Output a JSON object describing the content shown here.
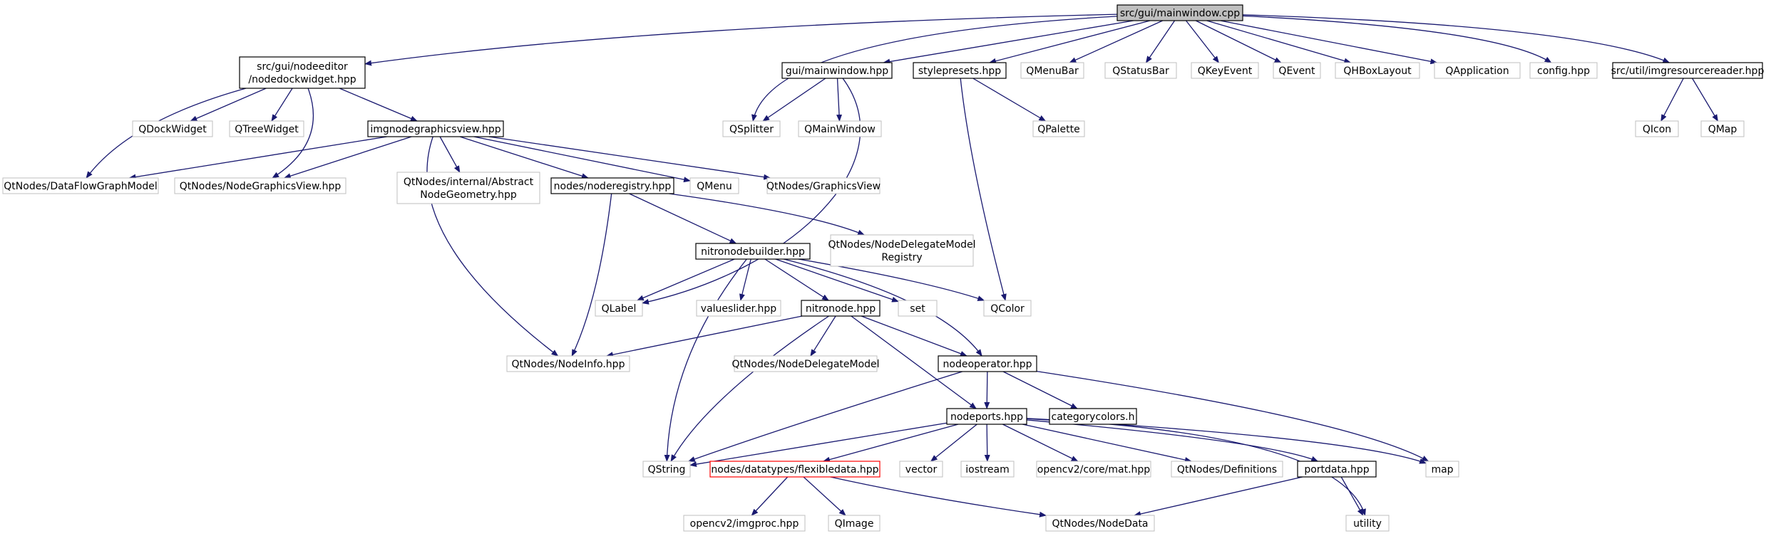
{
  "diagram": {
    "colors": {
      "edge": "#191970",
      "box_border_local": "#000000",
      "box_border_external": "#bfbfbf",
      "box_border_highlight": "#ff0000",
      "root_fill": "#bfbfbf",
      "text": "#000000"
    },
    "nodes": [
      {
        "id": "root",
        "lines": [
          "src/gui/mainwindow.cpp"
        ],
        "kind": "root"
      },
      {
        "id": "nodedockwidget",
        "lines": [
          "src/gui/nodeeditor",
          "/nodedockwidget.hpp"
        ],
        "kind": "local"
      },
      {
        "id": "mainwindow_hpp",
        "lines": [
          "gui/mainwindow.hpp"
        ],
        "kind": "local"
      },
      {
        "id": "stylepresets",
        "lines": [
          "stylepresets.hpp"
        ],
        "kind": "local"
      },
      {
        "id": "qmenubar",
        "lines": [
          "QMenuBar"
        ],
        "kind": "external"
      },
      {
        "id": "qstatusbar",
        "lines": [
          "QStatusBar"
        ],
        "kind": "external"
      },
      {
        "id": "qkeyevent",
        "lines": [
          "QKeyEvent"
        ],
        "kind": "external"
      },
      {
        "id": "qevent",
        "lines": [
          "QEvent"
        ],
        "kind": "external"
      },
      {
        "id": "qhboxlayout",
        "lines": [
          "QHBoxLayout"
        ],
        "kind": "external"
      },
      {
        "id": "qapplication",
        "lines": [
          "QApplication"
        ],
        "kind": "external"
      },
      {
        "id": "config",
        "lines": [
          "config.hpp"
        ],
        "kind": "external"
      },
      {
        "id": "imgresourcereader",
        "lines": [
          "src/util/imgresourcereader.hpp"
        ],
        "kind": "local"
      },
      {
        "id": "qdockwidget",
        "lines": [
          "QDockWidget"
        ],
        "kind": "external"
      },
      {
        "id": "qtreewidget",
        "lines": [
          "QTreeWidget"
        ],
        "kind": "external"
      },
      {
        "id": "imgnodegraphicsview",
        "lines": [
          "imgnodegraphicsview.hpp"
        ],
        "kind": "local"
      },
      {
        "id": "qsplitter",
        "lines": [
          "QSplitter"
        ],
        "kind": "external"
      },
      {
        "id": "qmainwindow",
        "lines": [
          "QMainWindow"
        ],
        "kind": "external"
      },
      {
        "id": "qpalette",
        "lines": [
          "QPalette"
        ],
        "kind": "external"
      },
      {
        "id": "qicon",
        "lines": [
          "QIcon"
        ],
        "kind": "external"
      },
      {
        "id": "qmap",
        "lines": [
          "QMap"
        ],
        "kind": "external"
      },
      {
        "id": "dataflowgraphmodel",
        "lines": [
          "QtNodes/DataFlowGraphModel"
        ],
        "kind": "external"
      },
      {
        "id": "nodegraphicsview",
        "lines": [
          "QtNodes/NodeGraphicsView.hpp"
        ],
        "kind": "external"
      },
      {
        "id": "abstractnodegeometry",
        "lines": [
          "QtNodes/internal/Abstract",
          "NodeGeometry.hpp"
        ],
        "kind": "external"
      },
      {
        "id": "noderegistry",
        "lines": [
          "nodes/noderegistry.hpp"
        ],
        "kind": "local"
      },
      {
        "id": "qmenu",
        "lines": [
          "QMenu"
        ],
        "kind": "external"
      },
      {
        "id": "graphicsview",
        "lines": [
          "QtNodes/GraphicsView"
        ],
        "kind": "external"
      },
      {
        "id": "nodedelegatemodelregistry",
        "lines": [
          "QtNodes/NodeDelegateModel",
          "Registry"
        ],
        "kind": "external"
      },
      {
        "id": "nitronodebuilder",
        "lines": [
          "nitronodebuilder.hpp"
        ],
        "kind": "local"
      },
      {
        "id": "qlabel",
        "lines": [
          "QLabel"
        ],
        "kind": "external"
      },
      {
        "id": "valueslider",
        "lines": [
          "valueslider.hpp"
        ],
        "kind": "external"
      },
      {
        "id": "nitronode",
        "lines": [
          "nitronode.hpp"
        ],
        "kind": "local"
      },
      {
        "id": "set",
        "lines": [
          "set"
        ],
        "kind": "external"
      },
      {
        "id": "qcolor",
        "lines": [
          "QColor"
        ],
        "kind": "external"
      },
      {
        "id": "nodeinfo",
        "lines": [
          "QtNodes/NodeInfo.hpp"
        ],
        "kind": "external"
      },
      {
        "id": "nodedelegatemodel",
        "lines": [
          "QtNodes/NodeDelegateModel"
        ],
        "kind": "external"
      },
      {
        "id": "nodeoperator",
        "lines": [
          "nodeoperator.hpp"
        ],
        "kind": "local"
      },
      {
        "id": "nodeports",
        "lines": [
          "nodeports.hpp"
        ],
        "kind": "local"
      },
      {
        "id": "categorycolors",
        "lines": [
          "categorycolors.h"
        ],
        "kind": "local"
      },
      {
        "id": "qstring",
        "lines": [
          "QString"
        ],
        "kind": "external"
      },
      {
        "id": "flexibledata",
        "lines": [
          "nodes/datatypes/flexibledata.hpp"
        ],
        "kind": "highlight"
      },
      {
        "id": "vector",
        "lines": [
          "vector"
        ],
        "kind": "external"
      },
      {
        "id": "iostream",
        "lines": [
          "iostream"
        ],
        "kind": "external"
      },
      {
        "id": "mat",
        "lines": [
          "opencv2/core/mat.hpp"
        ],
        "kind": "external"
      },
      {
        "id": "definitions",
        "lines": [
          "QtNodes/Definitions"
        ],
        "kind": "external"
      },
      {
        "id": "portdata",
        "lines": [
          "portdata.hpp"
        ],
        "kind": "local"
      },
      {
        "id": "map",
        "lines": [
          "map"
        ],
        "kind": "external"
      },
      {
        "id": "imgproc",
        "lines": [
          "opencv2/imgproc.hpp"
        ],
        "kind": "external"
      },
      {
        "id": "qimage",
        "lines": [
          "QImage"
        ],
        "kind": "external"
      },
      {
        "id": "nodedata",
        "lines": [
          "QtNodes/NodeData"
        ],
        "kind": "external"
      },
      {
        "id": "utility",
        "lines": [
          "utility"
        ],
        "kind": "external"
      }
    ],
    "edges": [
      [
        "root",
        "nodedockwidget"
      ],
      [
        "root",
        "qsplitter"
      ],
      [
        "root",
        "mainwindow_hpp"
      ],
      [
        "root",
        "stylepresets"
      ],
      [
        "root",
        "qmenubar"
      ],
      [
        "root",
        "qstatusbar"
      ],
      [
        "root",
        "qkeyevent"
      ],
      [
        "root",
        "qevent"
      ],
      [
        "root",
        "qhboxlayout"
      ],
      [
        "root",
        "qapplication"
      ],
      [
        "root",
        "config"
      ],
      [
        "root",
        "imgresourcereader"
      ],
      [
        "nodedockwidget",
        "qdockwidget"
      ],
      [
        "nodedockwidget",
        "qtreewidget"
      ],
      [
        "nodedockwidget",
        "imgnodegraphicsview"
      ],
      [
        "nodedockwidget",
        "dataflowgraphmodel"
      ],
      [
        "nodedockwidget",
        "nodegraphicsview"
      ],
      [
        "mainwindow_hpp",
        "qsplitter"
      ],
      [
        "mainwindow_hpp",
        "qmainwindow"
      ],
      [
        "mainwindow_hpp",
        "qlabel"
      ],
      [
        "stylepresets",
        "qpalette"
      ],
      [
        "stylepresets",
        "qcolor"
      ],
      [
        "imgresourcereader",
        "qicon"
      ],
      [
        "imgresourcereader",
        "qmap"
      ],
      [
        "imgnodegraphicsview",
        "dataflowgraphmodel"
      ],
      [
        "imgnodegraphicsview",
        "nodegraphicsview"
      ],
      [
        "imgnodegraphicsview",
        "abstractnodegeometry"
      ],
      [
        "imgnodegraphicsview",
        "noderegistry"
      ],
      [
        "imgnodegraphicsview",
        "qmenu"
      ],
      [
        "imgnodegraphicsview",
        "graphicsview"
      ],
      [
        "imgnodegraphicsview",
        "nodeinfo"
      ],
      [
        "noderegistry",
        "nitronodebuilder"
      ],
      [
        "noderegistry",
        "nodedelegatemodelregistry"
      ],
      [
        "noderegistry",
        "nodeinfo"
      ],
      [
        "nitronodebuilder",
        "qlabel"
      ],
      [
        "nitronodebuilder",
        "valueslider"
      ],
      [
        "nitronodebuilder",
        "nitronode"
      ],
      [
        "nitronodebuilder",
        "set"
      ],
      [
        "nitronodebuilder",
        "qcolor"
      ],
      [
        "nitronodebuilder",
        "nodeoperator"
      ],
      [
        "nitronodebuilder",
        "qstring"
      ],
      [
        "nitronode",
        "nodeinfo"
      ],
      [
        "nitronode",
        "nodedelegatemodel"
      ],
      [
        "nitronode",
        "nodeoperator"
      ],
      [
        "nitronode",
        "nodeports"
      ],
      [
        "nitronode",
        "qstring"
      ],
      [
        "nodeoperator",
        "nodeports"
      ],
      [
        "nodeoperator",
        "categorycolors"
      ],
      [
        "nodeoperator",
        "qstring"
      ],
      [
        "nodeoperator",
        "map"
      ],
      [
        "nodeports",
        "qstring"
      ],
      [
        "nodeports",
        "flexibledata"
      ],
      [
        "nodeports",
        "vector"
      ],
      [
        "nodeports",
        "iostream"
      ],
      [
        "nodeports",
        "mat"
      ],
      [
        "nodeports",
        "definitions"
      ],
      [
        "nodeports",
        "portdata"
      ],
      [
        "nodeports",
        "map"
      ],
      [
        "nodeports",
        "utility"
      ],
      [
        "flexibledata",
        "imgproc"
      ],
      [
        "flexibledata",
        "qimage"
      ],
      [
        "flexibledata",
        "nodedata"
      ],
      [
        "portdata",
        "nodedata"
      ],
      [
        "portdata",
        "utility"
      ]
    ]
  }
}
